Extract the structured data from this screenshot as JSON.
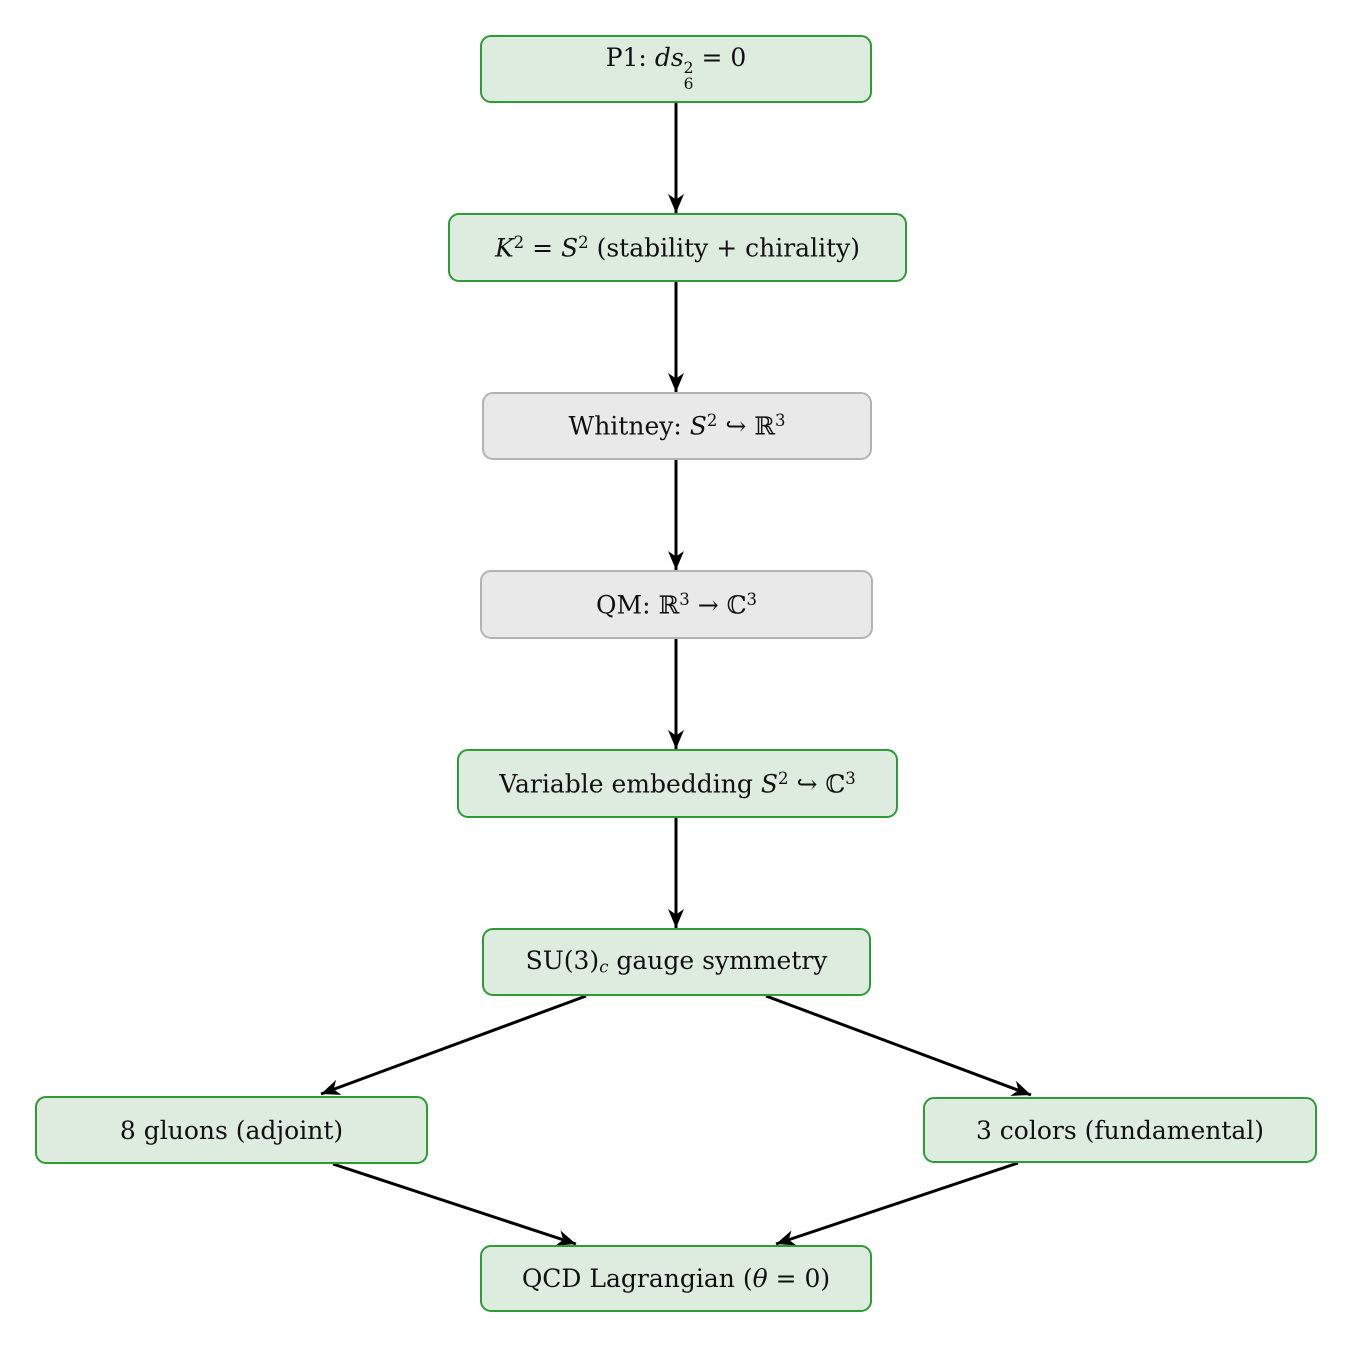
{
  "diagram": {
    "colors": {
      "green_fill": "#ddecdf",
      "green_border": "#2f9b36",
      "gray_fill": "#e9e9e9",
      "gray_border": "#b3b3b3",
      "arrow": "#000000",
      "text": "#111111",
      "page_bg": "#ffffff"
    },
    "nodes": [
      {
        "id": "p1",
        "variant": "green",
        "text": "P1: ds_6^2 = 0",
        "segments": [
          {
            "t": "P1: "
          },
          {
            "t": "ds",
            "s": "it"
          },
          {
            "s": "supsub",
            "sup": "2",
            "sub": "6"
          },
          {
            "t": " = 0"
          }
        ]
      },
      {
        "id": "k2-s2",
        "variant": "green",
        "text": "K^2 = S^2 (stability + chirality)",
        "segments": [
          {
            "t": "K",
            "s": "it"
          },
          {
            "t": "2",
            "s": "sup"
          },
          {
            "t": " = "
          },
          {
            "t": "S",
            "s": "it"
          },
          {
            "t": "2",
            "s": "sup"
          },
          {
            "t": " (stability + chirality)"
          }
        ]
      },
      {
        "id": "whitney",
        "variant": "gray",
        "text": "Whitney: S^2 ↪ ℝ^3",
        "segments": [
          {
            "t": "Whitney: "
          },
          {
            "t": "S",
            "s": "it"
          },
          {
            "t": "2",
            "s": "sup"
          },
          {
            "t": " ↪ "
          },
          {
            "t": "ℝ"
          },
          {
            "t": "3",
            "s": "sup"
          }
        ]
      },
      {
        "id": "qm",
        "variant": "gray",
        "text": "QM: ℝ^3 → ℂ^3",
        "segments": [
          {
            "t": "QM: "
          },
          {
            "t": "ℝ"
          },
          {
            "t": "3",
            "s": "sup"
          },
          {
            "t": " → "
          },
          {
            "t": "ℂ"
          },
          {
            "t": "3",
            "s": "sup"
          }
        ]
      },
      {
        "id": "variable-embedding",
        "variant": "green",
        "text": "Variable embedding S^2 ↪ ℂ^3",
        "segments": [
          {
            "t": "Variable embedding "
          },
          {
            "t": "S",
            "s": "it"
          },
          {
            "t": "2",
            "s": "sup"
          },
          {
            "t": " ↪ "
          },
          {
            "t": "ℂ"
          },
          {
            "t": "3",
            "s": "sup"
          }
        ]
      },
      {
        "id": "su3-gauge",
        "variant": "green",
        "text": "SU(3)_c gauge symmetry",
        "segments": [
          {
            "t": "SU(3)"
          },
          {
            "t": "c",
            "s": "subit"
          },
          {
            "t": " gauge symmetry"
          }
        ]
      },
      {
        "id": "gluons",
        "variant": "green",
        "text": "8 gluons (adjoint)",
        "segments": [
          {
            "t": "8 gluons (adjoint)"
          }
        ]
      },
      {
        "id": "colors",
        "variant": "green",
        "text": "3 colors (fundamental)",
        "segments": [
          {
            "t": "3 colors (fundamental)"
          }
        ]
      },
      {
        "id": "qcd-lagrangian",
        "variant": "green",
        "text": "QCD Lagrangian (θ = 0)",
        "segments": [
          {
            "t": "QCD Lagrangian ("
          },
          {
            "t": "θ",
            "s": "it"
          },
          {
            "t": " = 0)"
          }
        ]
      }
    ],
    "edges": [
      {
        "from": "p1",
        "to": "k2-s2"
      },
      {
        "from": "k2-s2",
        "to": "whitney"
      },
      {
        "from": "whitney",
        "to": "qm"
      },
      {
        "from": "qm",
        "to": "variable-embedding"
      },
      {
        "from": "variable-embedding",
        "to": "su3-gauge"
      },
      {
        "from": "su3-gauge",
        "to": "gluons"
      },
      {
        "from": "su3-gauge",
        "to": "colors"
      },
      {
        "from": "gluons",
        "to": "qcd-lagrangian"
      },
      {
        "from": "colors",
        "to": "qcd-lagrangian"
      }
    ]
  }
}
